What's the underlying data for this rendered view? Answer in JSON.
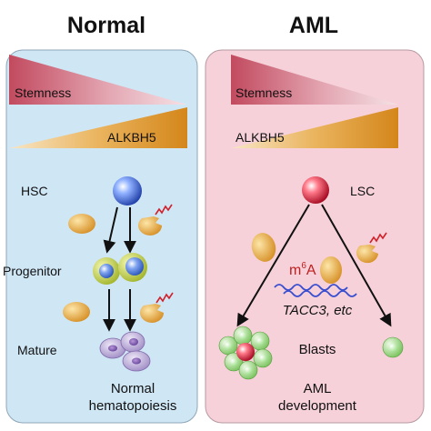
{
  "normal": {
    "heading": "Normal",
    "stemness": "Stemness",
    "alkbh5": "ALKBH5",
    "hsc": "HSC",
    "progenitor": "Progenitor",
    "mature": "Mature",
    "outcome_line1": "Normal",
    "outcome_line2": "hematopoiesis"
  },
  "aml": {
    "heading": "AML",
    "stemness": "Stemness",
    "alkbh5": "ALKBH5",
    "lsc": "LSC",
    "m6a_base": "m",
    "m6a_sup": "6",
    "m6a_tail": "A",
    "targets": "TACC3, etc",
    "blasts": "Blasts",
    "outcome_line1": "AML",
    "outcome_line2": "development"
  },
  "colors": {
    "normal_panel": "#cfe6f5",
    "aml_panel": "#f6d1d9",
    "stemness_gradient": [
      "#c24a5f",
      "#f3d7dc"
    ],
    "alkbh5_gradient": [
      "#f7e3bf",
      "#d98c1a"
    ],
    "alkbh5_protein": "#e7a83a",
    "hsc": "#3d6fd8",
    "lsc": "#d8203a",
    "progenitor_ring": "#c9d63a",
    "mature": "#b7a4d4",
    "blast": "#9fd68a",
    "m6a": "#c02020",
    "rna": "#3a4fd0",
    "inhibit_mark": "#d0202a"
  }
}
